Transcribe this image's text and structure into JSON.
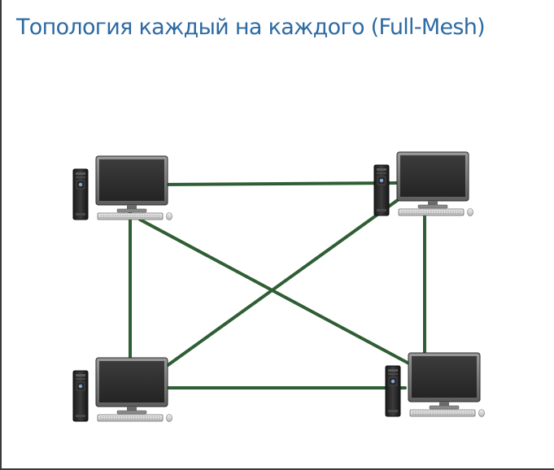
{
  "slide": {
    "title": "Топология каждый на каждого (Full-Mesh)"
  },
  "topology": {
    "nodes": [
      {
        "id": "top-left",
        "icon": "workstation-icon"
      },
      {
        "id": "top-right",
        "icon": "workstation-icon"
      },
      {
        "id": "bottom-left",
        "icon": "workstation-icon"
      },
      {
        "id": "bottom-right",
        "icon": "workstation-icon"
      }
    ],
    "links": [
      [
        "top-left",
        "top-right"
      ],
      [
        "top-left",
        "bottom-left"
      ],
      [
        "top-left",
        "bottom-right"
      ],
      [
        "top-right",
        "bottom-left"
      ],
      [
        "top-right",
        "bottom-right"
      ],
      [
        "bottom-left",
        "bottom-right"
      ]
    ],
    "link_color": "#2f5e34"
  }
}
